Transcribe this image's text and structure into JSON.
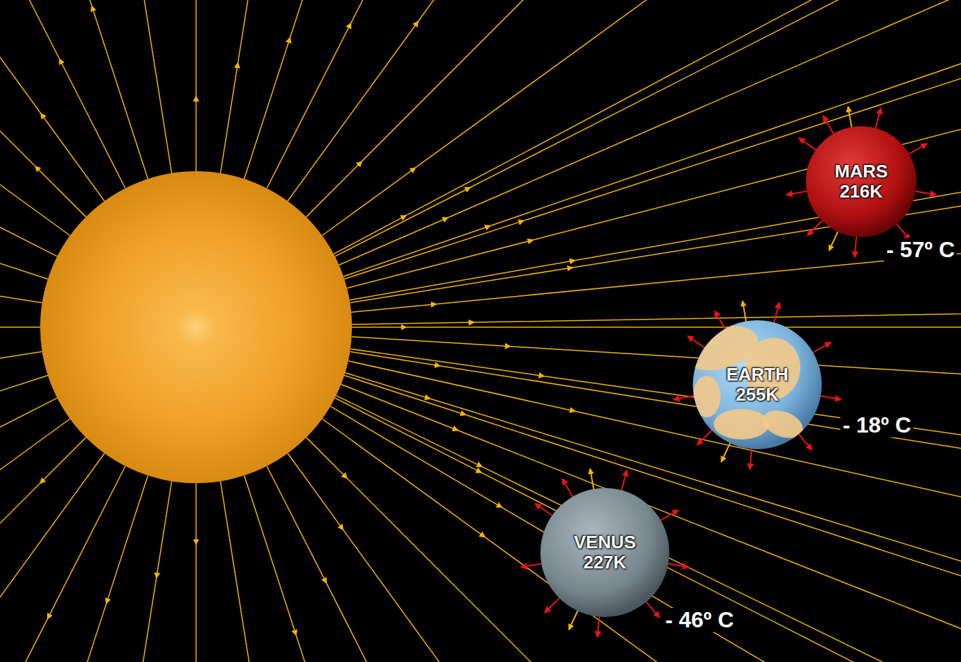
{
  "diagram": {
    "nodes": [
      {
        "text": [
          "MARS",
          "216K"
        ]
      },
      {
        "text": [
          "EARTH",
          "255K"
        ]
      },
      {
        "text": [
          "VENUS",
          "227K"
        ]
      }
    ],
    "labels": [
      "- 57º C",
      "- 18º C",
      "- 46º C"
    ]
  }
}
